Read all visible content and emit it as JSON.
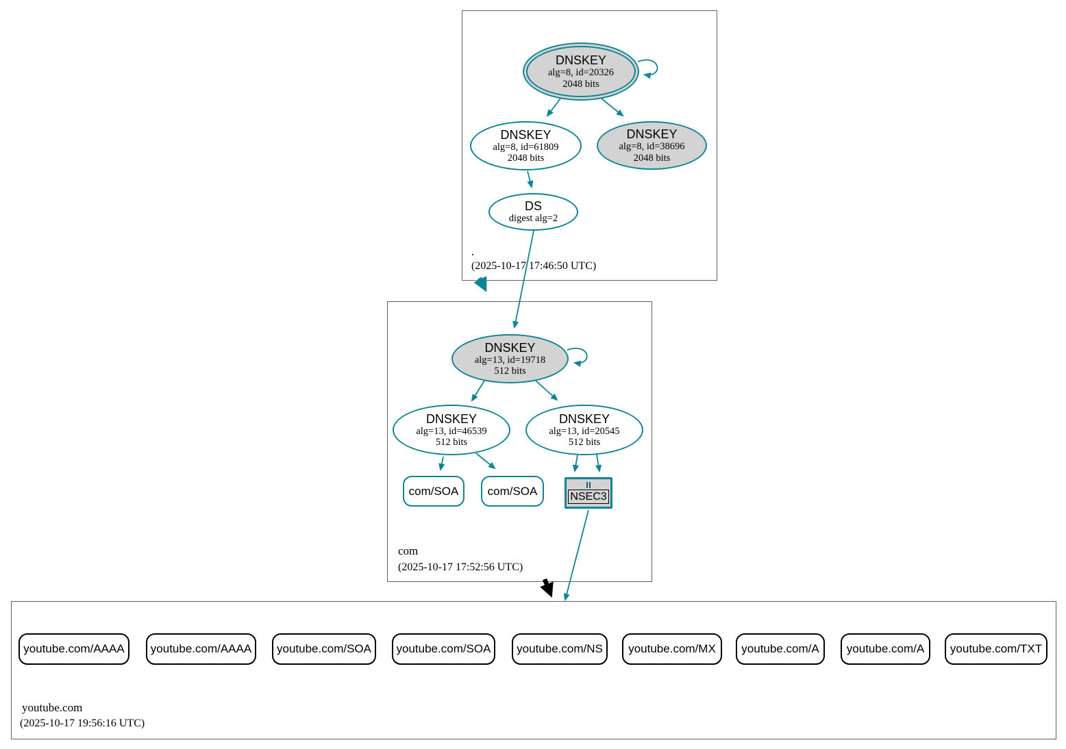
{
  "colors": {
    "accent_teal": "#0e8596",
    "node_fill_gray": "#d3d3d3",
    "insecure_black": "#000000"
  },
  "zones": [
    {
      "name": ".",
      "timestamp": "(2025-10-17 17:46:50 UTC)",
      "nodes": {
        "ksk": {
          "title": "DNSKEY",
          "line1": "alg=8, id=20326",
          "line2": "2048 bits"
        },
        "zsk1": {
          "title": "DNSKEY",
          "line1": "alg=8, id=61809",
          "line2": "2048 bits"
        },
        "zsk2": {
          "title": "DNSKEY",
          "line1": "alg=8, id=38696",
          "line2": "2048 bits"
        },
        "ds": {
          "title": "DS",
          "line1": "digest alg=2"
        }
      }
    },
    {
      "name": "com",
      "timestamp": "(2025-10-17 17:52:56 UTC)",
      "nodes": {
        "ksk": {
          "title": "DNSKEY",
          "line1": "alg=13, id=19718",
          "line2": "512 bits"
        },
        "zsk1": {
          "title": "DNSKEY",
          "line1": "alg=13, id=46539",
          "line2": "512 bits"
        },
        "zsk2": {
          "title": "DNSKEY",
          "line1": "alg=13, id=20545",
          "line2": "512 bits"
        },
        "soa1": {
          "label": "com/SOA"
        },
        "soa2": {
          "label": "com/SOA"
        },
        "nsec3": {
          "label": "NSEC3"
        }
      }
    },
    {
      "name": "youtube.com",
      "timestamp": "(2025-10-17 19:56:16 UTC)",
      "rrsets": [
        "youtube.com/AAAA",
        "youtube.com/AAAA",
        "youtube.com/SOA",
        "youtube.com/SOA",
        "youtube.com/NS",
        "youtube.com/MX",
        "youtube.com/A",
        "youtube.com/A",
        "youtube.com/TXT"
      ]
    }
  ]
}
